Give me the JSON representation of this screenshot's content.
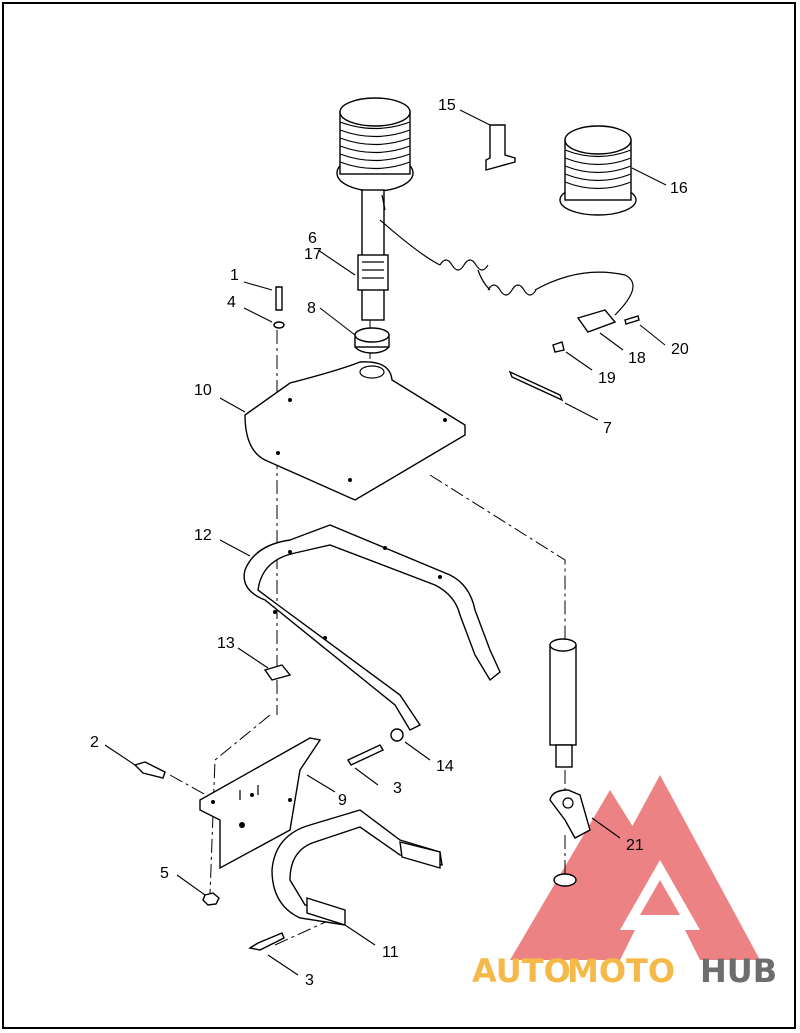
{
  "callouts": [
    {
      "id": "c1",
      "text": "1"
    },
    {
      "id": "c2",
      "text": "2"
    },
    {
      "id": "c3a",
      "text": "3"
    },
    {
      "id": "c3b",
      "text": "3"
    },
    {
      "id": "c4",
      "text": "4"
    },
    {
      "id": "c5",
      "text": "5"
    },
    {
      "id": "c6",
      "text": "6"
    },
    {
      "id": "c7",
      "text": "7"
    },
    {
      "id": "c8",
      "text": "8"
    },
    {
      "id": "c9",
      "text": "9"
    },
    {
      "id": "c10",
      "text": "10"
    },
    {
      "id": "c11",
      "text": "11"
    },
    {
      "id": "c12",
      "text": "12"
    },
    {
      "id": "c13",
      "text": "13"
    },
    {
      "id": "c14",
      "text": "14"
    },
    {
      "id": "c15",
      "text": "15"
    },
    {
      "id": "c16",
      "text": "16"
    },
    {
      "id": "c17",
      "text": "17"
    },
    {
      "id": "c18",
      "text": "18"
    },
    {
      "id": "c19",
      "text": "19"
    },
    {
      "id": "c20",
      "text": "20"
    },
    {
      "id": "c21",
      "text": "21"
    }
  ],
  "watermark": {
    "word1": "AUTO",
    "word2": "MOTO",
    "word3": "HUB",
    "color_main": "#f5b94a",
    "color_hub": "#6d6d6d",
    "color_logo": "#e8595b"
  }
}
